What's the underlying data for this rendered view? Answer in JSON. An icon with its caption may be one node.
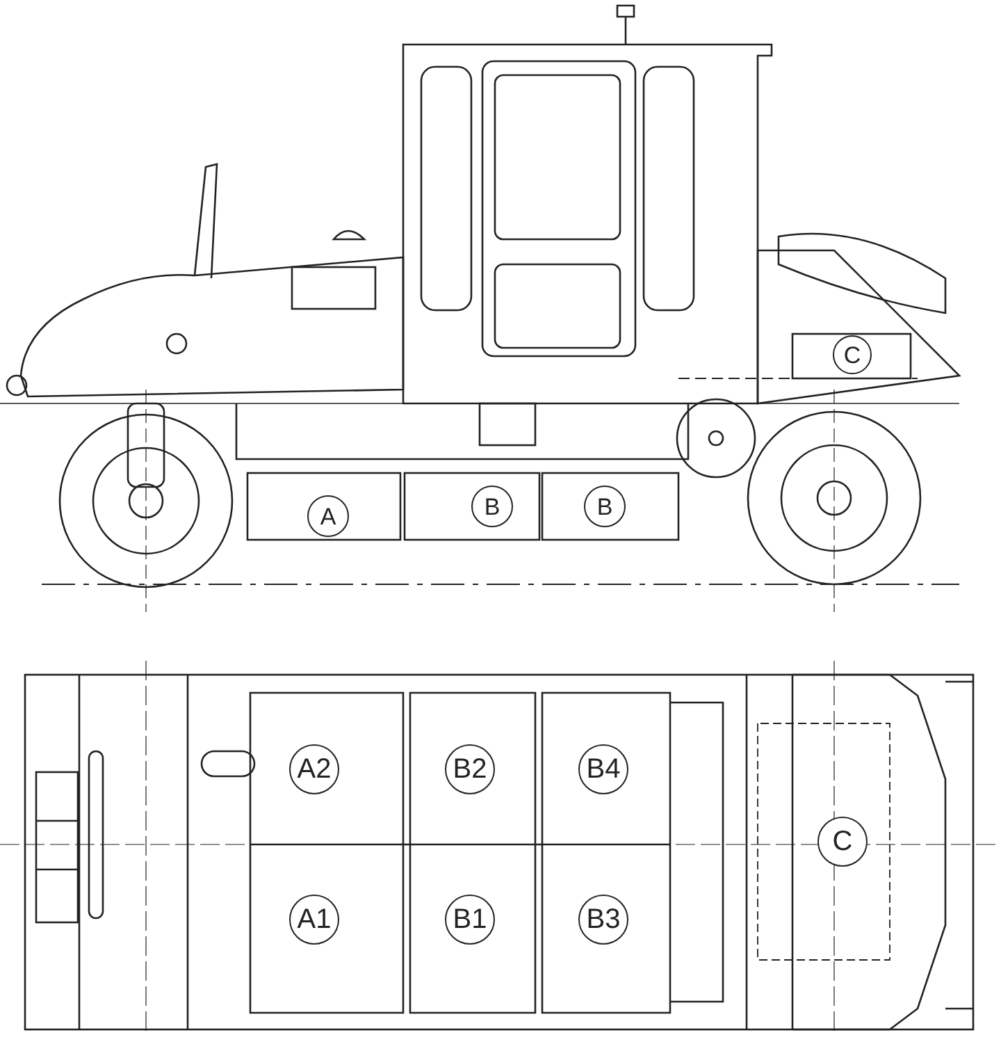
{
  "diagram": {
    "nodes": [
      {
        "text": [
          "C"
        ]
      },
      {
        "text": [
          "A"
        ]
      },
      {
        "text": [
          "B"
        ]
      },
      {
        "text": [
          "B"
        ]
      },
      {
        "text": [
          "A2"
        ]
      },
      {
        "text": [
          "B2"
        ]
      },
      {
        "text": [
          "B4"
        ]
      },
      {
        "text": [
          "C"
        ]
      },
      {
        "text": [
          "A1"
        ]
      },
      {
        "text": [
          "B1"
        ]
      },
      {
        "text": [
          "B3"
        ]
      }
    ]
  }
}
